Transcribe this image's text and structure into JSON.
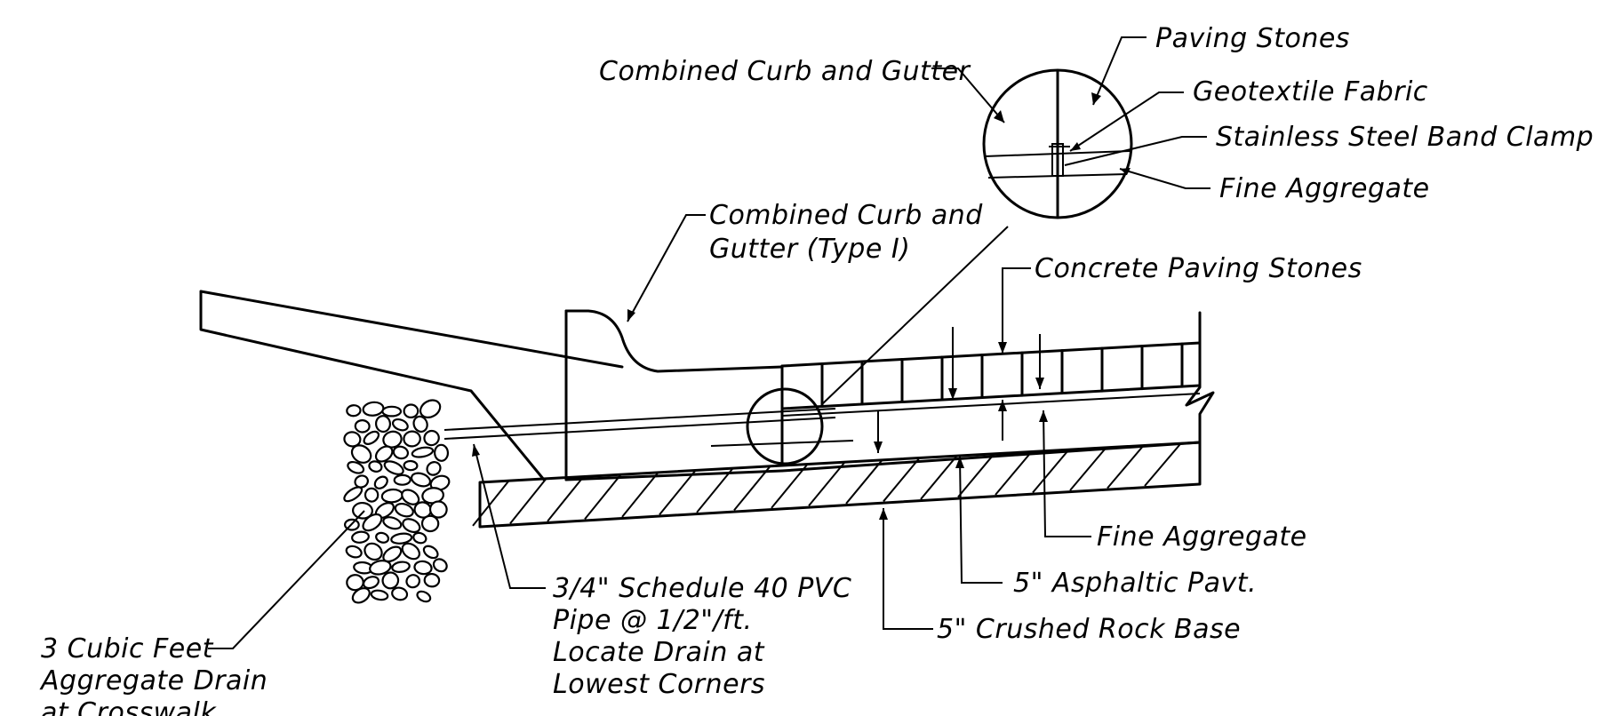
{
  "labels": {
    "paving_stones": "Paving Stones",
    "combined_curb_and_gutter": "Combined Curb and Gutter",
    "geotextile_fabric": "Geotextile Fabric",
    "stainless_steel_band_clamp": "Stainless Steel Band Clamp",
    "fine_aggregate_detail": "Fine Aggregate",
    "curb_type_line1": "Combined Curb and",
    "curb_type_line2": "Gutter (Type I)",
    "concrete_paving_stones": "Concrete Paving Stones",
    "fine_aggregate": "Fine Aggregate",
    "asphaltic_pavt": "5\" Asphaltic Pavt.",
    "crushed_rock_base": "5\" Crushed Rock Base",
    "pvc_line1": "3/4\" Schedule 40 PVC",
    "pvc_line2": "Pipe @ 1/2\"/ft.",
    "pvc_line3": "Locate Drain at",
    "pvc_line4": "Lowest Corners",
    "drain_line1": "3 Cubic Feet",
    "drain_line2": "Aggregate Drain",
    "drain_line3": "at Crosswalk"
  }
}
